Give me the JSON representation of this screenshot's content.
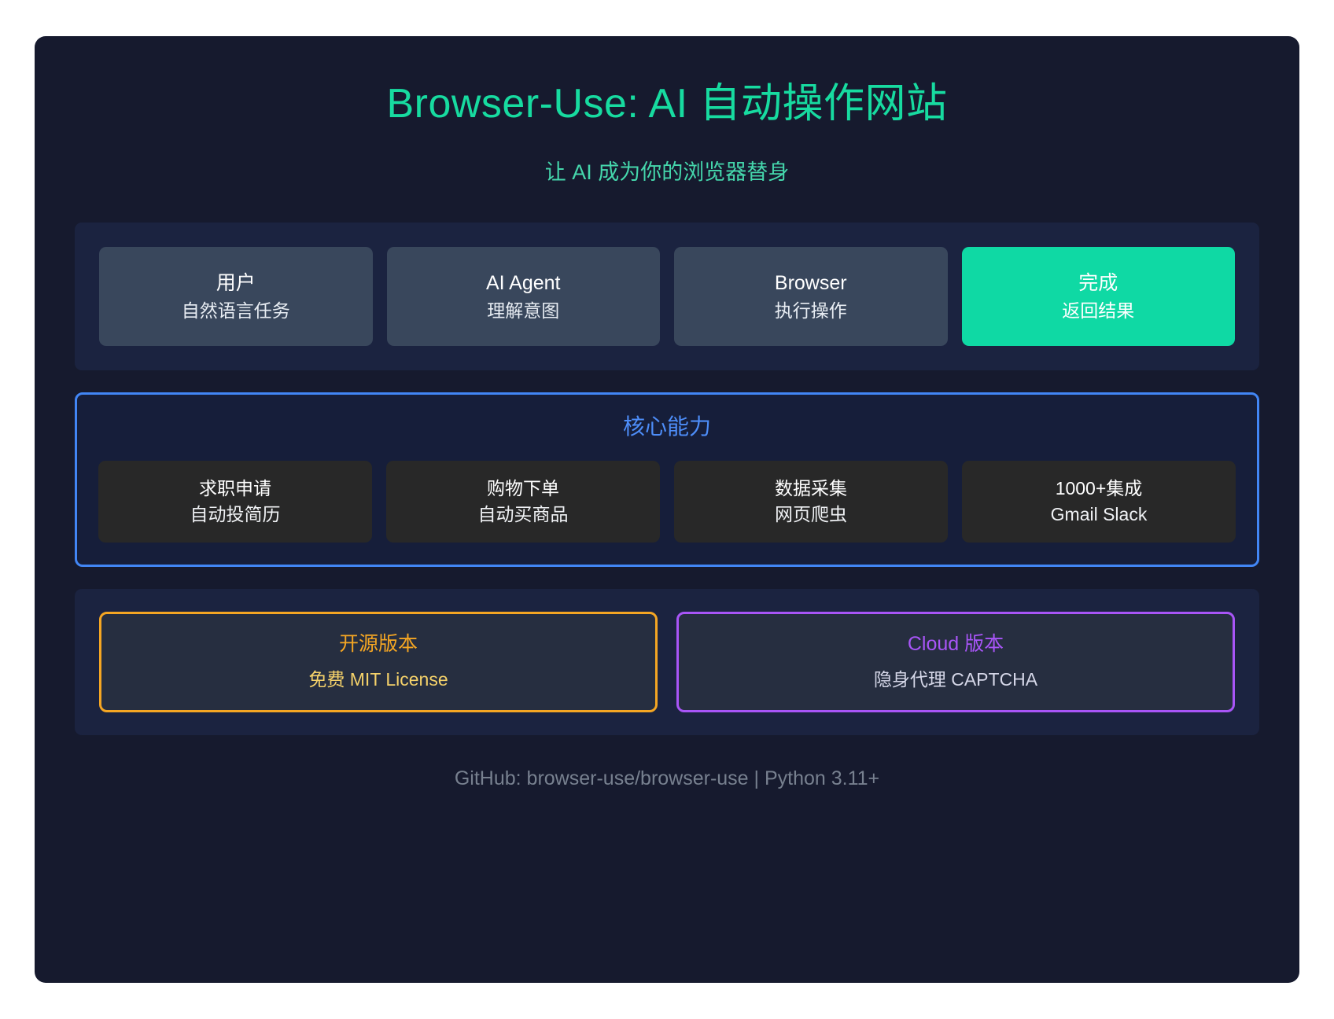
{
  "header": {
    "title": "Browser-Use: AI 自动操作网站",
    "subtitle": "让 AI 成为你的浏览器替身"
  },
  "pipeline": {
    "steps": [
      {
        "line1": "用户",
        "line2": "自然语言任务",
        "highlight": false
      },
      {
        "line1": "AI Agent",
        "line2": "理解意图",
        "highlight": false
      },
      {
        "line1": "Browser",
        "line2": "执行操作",
        "highlight": false
      },
      {
        "line1": "完成",
        "line2": "返回结果",
        "highlight": true
      }
    ]
  },
  "core": {
    "heading": "核心能力",
    "capabilities": [
      {
        "line1": "求职申请",
        "line2": "自动投简历"
      },
      {
        "line1": "购物下单",
        "line2": "自动买商品"
      },
      {
        "line1": "数据采集",
        "line2": "网页爬虫"
      },
      {
        "line1": "1000+集成",
        "line2": "Gmail Slack"
      }
    ]
  },
  "versions": [
    {
      "title": "开源版本",
      "desc": "免费 MIT License"
    },
    {
      "title": "Cloud 版本",
      "desc": "隐身代理 CAPTCHA"
    }
  ],
  "footer": {
    "text": "GitHub: browser-use/browser-use | Python 3.11+"
  },
  "colors": {
    "page_background": "#ffffff",
    "poster_background": "#161a2e",
    "title": "#17dba0",
    "subtitle": "#45d7ac",
    "panel": "#1b2340",
    "pipeline_card": "#39475c",
    "pipeline_done": "#0fd9a4",
    "core_border": "#4286f5",
    "core_heading": "#4d8df8",
    "capability_card": "#282828",
    "oss_accent": "#f5a623",
    "cloud_accent": "#a855f7",
    "footer_text": "#77808f"
  }
}
